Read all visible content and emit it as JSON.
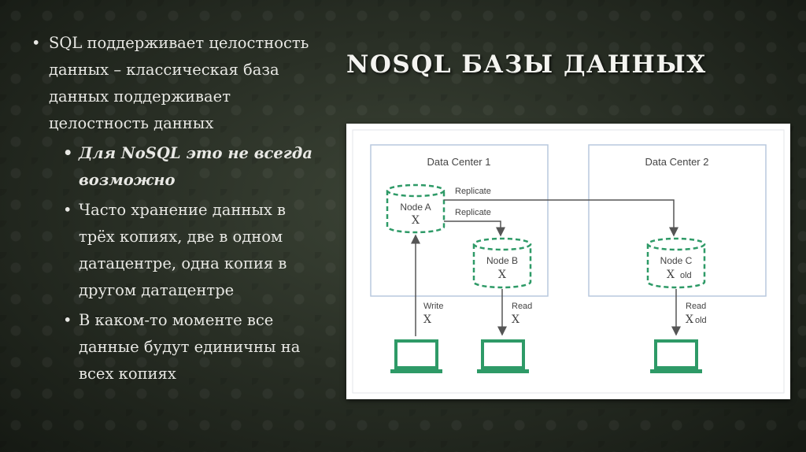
{
  "slide": {
    "title": "NOSQL БАЗЫ ДАННЫХ",
    "bullets": {
      "main": "SQL поддерживает целостность данных – классическая база данных поддерживает целостность данных",
      "sub1": "Для NoSQL это не всегда возможно",
      "sub2": "Часто хранение данных в трёх копиях, две в одном датацентре, одна копия в другом датацентре",
      "sub3": "В каком-то моменте все данные будут единичны на всех копиях"
    }
  },
  "diagram": {
    "dc1_label": "Data Center 1",
    "dc2_label": "Data Center 2",
    "node_a": {
      "name": "Node A",
      "value": "X"
    },
    "node_b": {
      "name": "Node B",
      "value": "X"
    },
    "node_c": {
      "name": "Node C",
      "value": "X",
      "sub": "old"
    },
    "replicate1": "Replicate",
    "replicate2": "Replicate",
    "write_label": "Write",
    "write_value": "X",
    "read1_label": "Read",
    "read1_value": "X",
    "read2_label": "Read",
    "read2_value": "X",
    "read2_sub": "old",
    "colors": {
      "node": "#2e9a67",
      "box_border": "#b9c9de",
      "arrow": "#555555",
      "text": "#444444"
    },
    "icons": [
      "database-icon",
      "laptop-icon"
    ]
  }
}
